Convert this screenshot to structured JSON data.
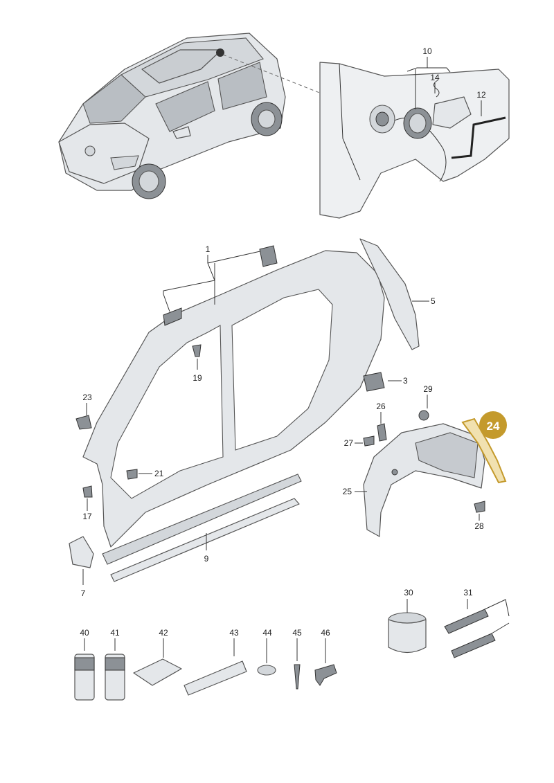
{
  "diagram": {
    "highlight_color": "#c49a2c",
    "highlighted_label": "24",
    "callouts": {
      "c1": "1",
      "c3": "3",
      "c5": "5",
      "c7": "7",
      "c9": "9",
      "c10": "10",
      "c12": "12",
      "c14": "14",
      "c17": "17",
      "c19": "19",
      "c21": "21",
      "c23": "23",
      "c25": "25",
      "c26": "26",
      "c27": "27",
      "c28": "28",
      "c29": "29",
      "c30": "30",
      "c31": "31",
      "c40": "40",
      "c41": "41",
      "c42": "42",
      "c43": "43",
      "c44": "44",
      "c45": "45",
      "c46": "46"
    },
    "icons": {
      "car": "car-overview-icon",
      "fuel_door": "fuel-filler-flap-icon",
      "side_frame": "side-panel-frame-icon",
      "wheel_housing_liner": "wheel-housing-liner-icon"
    }
  }
}
